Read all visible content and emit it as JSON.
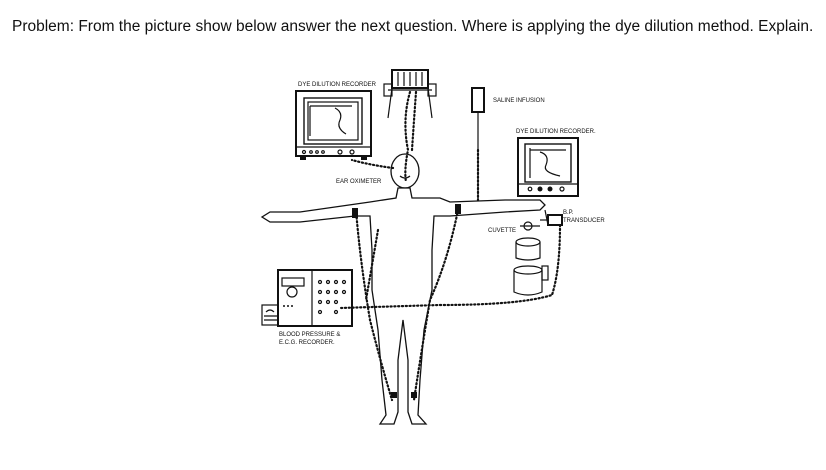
{
  "problem_text": "Problem:  From the picture show below answer the next question.  Where is applying the dye dilution method.  Explain.",
  "figure": {
    "labels": {
      "dye_recorder_left": "DYE DILUTION RECORDER",
      "saline_infusion": "SALINE INFUSION",
      "dye_recorder_right": "DYE DILUTION RECORDER.",
      "ear_oximeter": "EAR OXIMETER",
      "bp": "B.P.",
      "transducer": "TRANSDUCER",
      "cuvette": "CUVETTE",
      "bp_ecg_line1": "BLOOD PRESSURE &",
      "bp_ecg_line2": "E.C.G. RECORDER."
    }
  }
}
